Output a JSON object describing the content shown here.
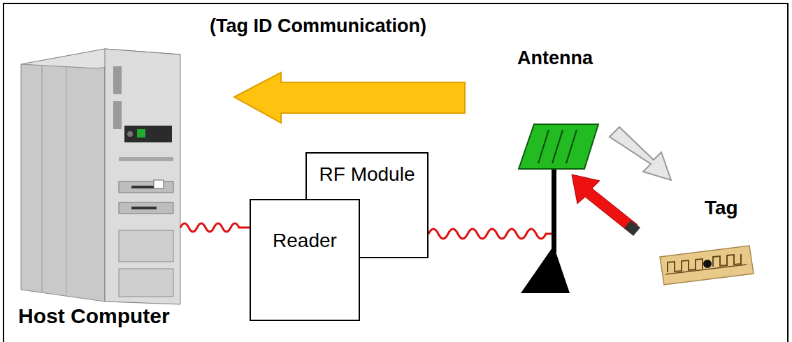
{
  "diagram": {
    "nodes": [
      {
        "text": [
          "RF Module"
        ]
      },
      {
        "text": [
          "Reader"
        ]
      }
    ],
    "labels": [
      "(Tag ID Communication)",
      "Antenna",
      "Host Computer",
      "Tag"
    ]
  }
}
